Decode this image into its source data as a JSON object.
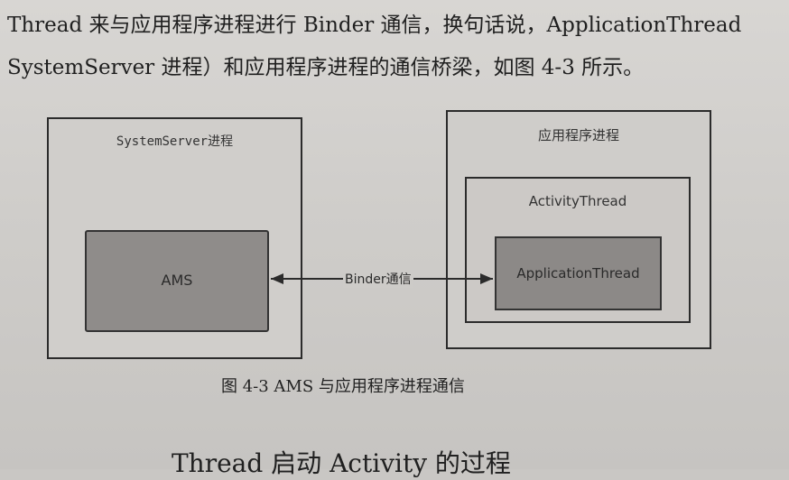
{
  "text": {
    "line1": "Thread 来与应用程序进程进行 Binder 通信，换句话说，ApplicationThread",
    "line2": "SystemServer 进程）和应用程序进程的通信桥梁，如图 4-3 所示。",
    "bottom": "Thread 启动 Activity 的过程"
  },
  "diagram": {
    "system_server_label": "SystemServer进程",
    "ams_label": "AMS",
    "app_process_label": "应用程序进程",
    "activity_thread_label": "ActivityThread",
    "application_thread_label": "ApplicationThread",
    "binder_label": "Binder通信"
  },
  "caption": "图 4-3    AMS 与应用程序进程通信"
}
